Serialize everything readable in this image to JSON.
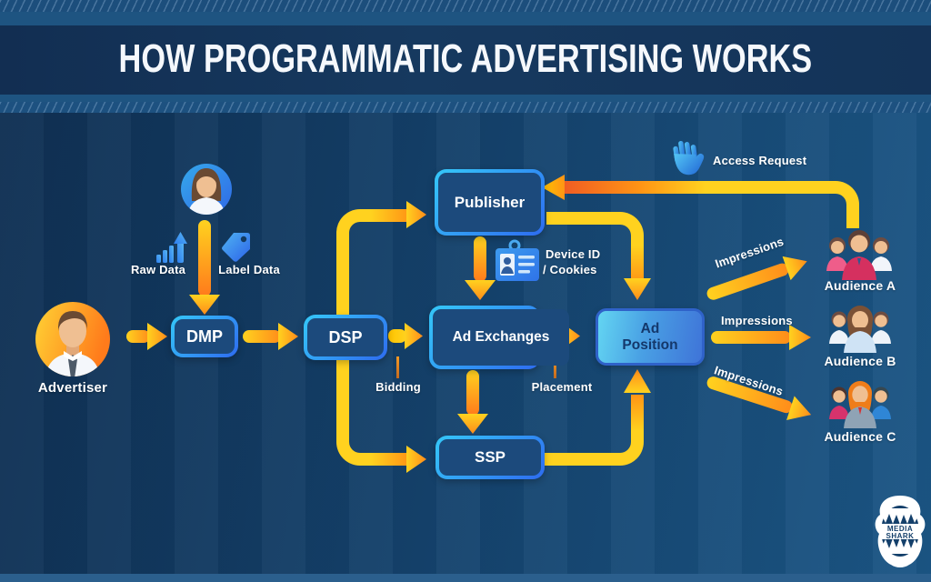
{
  "title": "HOW PROGRAMMATIC ADVERTISING WORKS",
  "entities": {
    "advertiser": "Advertiser",
    "dmp": "DMP",
    "dsp": "DSP",
    "publisher": "Publisher",
    "ad_exchanges": "Ad Exchanges",
    "ssp": "SSP",
    "ad_position": "Ad Position"
  },
  "labels": {
    "raw_data": "Raw Data",
    "label_data": "Label Data",
    "bidding": "Bidding",
    "placement": "Placement",
    "device_id_line1": "Device ID",
    "device_id_line2": "/ Cookies",
    "access_request": "Access Request"
  },
  "impressions": [
    "Impressions",
    "Impressions",
    "Impressions"
  ],
  "audiences": [
    "Audience A",
    "Audience B",
    "Audience C"
  ],
  "logo": {
    "line1": "MEDIA",
    "line2": "SHARK"
  },
  "colors": {
    "background_dark": "#0f2f52",
    "background_light": "#1b5685",
    "title_band_navy": "#132f54",
    "strip_blue": "#1e5481",
    "box_border_start": "#35c8f8",
    "box_border_end": "#2e6bf0",
    "box_fill": "#1c4a7c",
    "ad_position_start": "#63d5f2",
    "ad_position_end": "#3f74d8",
    "arrow_yellow": "#ffd21f",
    "arrow_orange": "#ff8c1a",
    "arrow_red": "#ef5a24",
    "text_white": "#ffffff",
    "text_navy": "#14386b"
  }
}
